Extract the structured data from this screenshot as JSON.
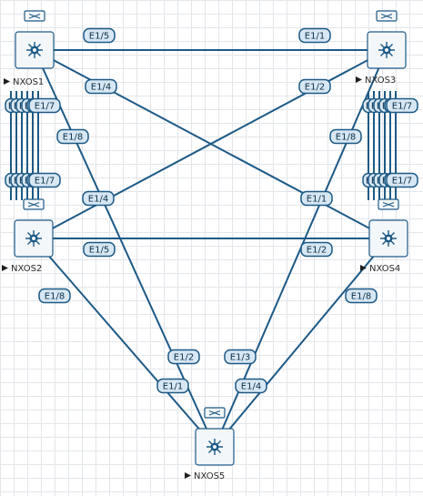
{
  "topology": {
    "nodes": [
      {
        "id": "NXOS1",
        "label": "NXOS1"
      },
      {
        "id": "NXOS2",
        "label": "NXOS2"
      },
      {
        "id": "NXOS3",
        "label": "NXOS3"
      },
      {
        "id": "NXOS4",
        "label": "NXOS4"
      },
      {
        "id": "NXOS5",
        "label": "NXOS5"
      }
    ],
    "links": [
      {
        "a": "NXOS1",
        "a_port": "E1/5",
        "b": "NXOS3",
        "b_port": "E1/1"
      },
      {
        "a": "NXOS1",
        "a_port": "E1/4",
        "b": "NXOS4",
        "b_port": "E1/1"
      },
      {
        "a": "NXOS1",
        "a_port": "E1/8",
        "b": "NXOS5",
        "b_port": "E1/2"
      },
      {
        "a": "NXOS3",
        "a_port": "E1/2",
        "b": "NXOS2",
        "b_port": "E1/4"
      },
      {
        "a": "NXOS3",
        "a_port": "E1/8",
        "b": "NXOS5",
        "b_port": "E1/3"
      },
      {
        "a": "NXOS2",
        "a_port": "E1/5",
        "b": "NXOS4",
        "b_port": "E1/2"
      },
      {
        "a": "NXOS2",
        "a_port": "E1/8",
        "b": "NXOS5",
        "b_port": "E1/1"
      },
      {
        "a": "NXOS4",
        "a_port": "E1/8",
        "b": "NXOS5",
        "b_port": "E1/4"
      }
    ],
    "bundle_left": {
      "a": "NXOS1",
      "b": "NXOS2",
      "partial_label": "E",
      "last_port": "E1/7"
    },
    "bundle_right": {
      "a": "NXOS3",
      "b": "NXOS4",
      "partial_label": "E",
      "last_port": "E1/7"
    }
  }
}
